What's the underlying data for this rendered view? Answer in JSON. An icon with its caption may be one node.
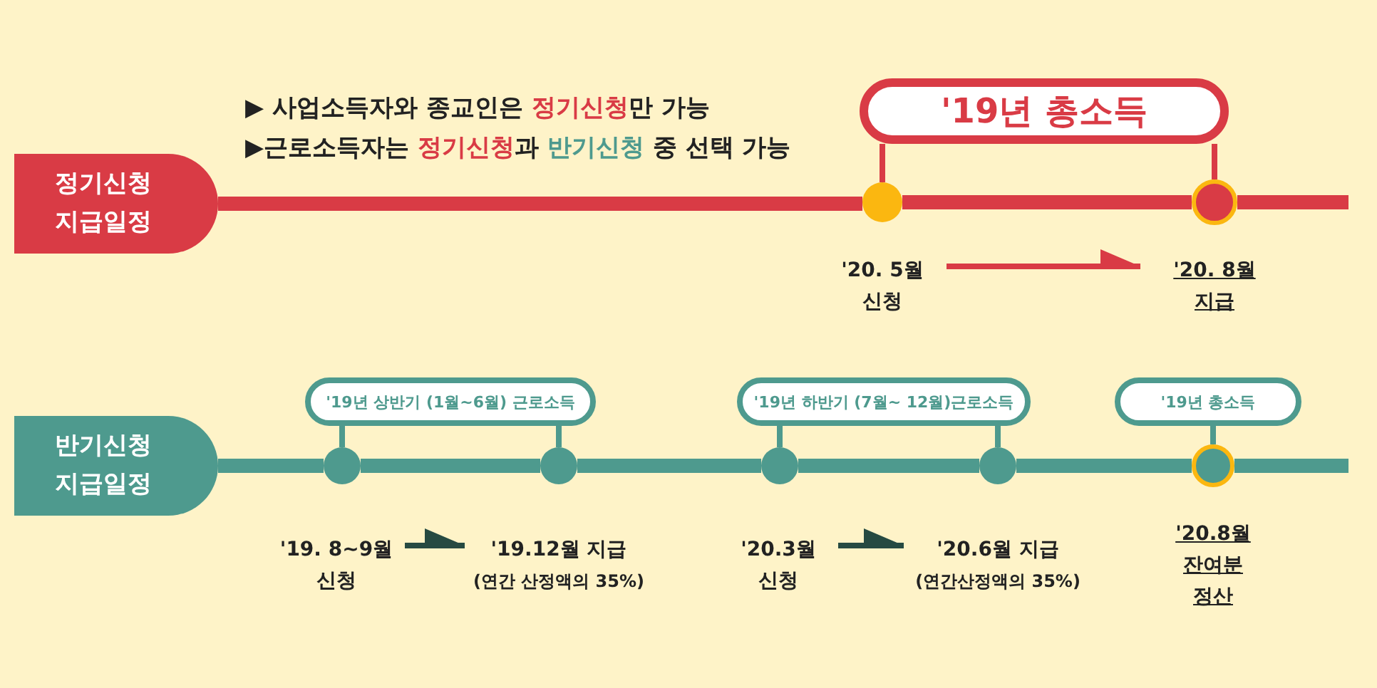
{
  "diagram": {
    "nodes": [
      {
        "text": [
          "정기신청 지급일정"
        ]
      },
      {
        "text": [
          "'19년 총소득"
        ]
      },
      {
        "text": [],
        "shape": "circle"
      },
      {
        "text": [],
        "shape": "circle"
      },
      {
        "text": [
          "'20. 5월 신청"
        ]
      },
      {
        "text": [
          "'20. 8월 지급"
        ]
      },
      {
        "text": [
          "반기신청 지급일정"
        ]
      },
      {
        "text": [
          "'19년 상반기 (1월~6월) 근로소득"
        ]
      },
      {
        "text": [],
        "shape": "circle"
      },
      {
        "text": [],
        "shape": "circle"
      },
      {
        "text": [
          "'19년 하반기 (7월~ 12월)근로소득"
        ]
      },
      {
        "text": [],
        "shape": "circle"
      },
      {
        "text": [],
        "shape": "circle"
      },
      {
        "text": [
          "'19년 총소득"
        ]
      },
      {
        "text": [],
        "shape": "circle"
      },
      {
        "text": [
          "'19. 8~9월 신청"
        ]
      },
      {
        "text": [
          "'19.12월 지급",
          "(연간 산정액의 35%)"
        ]
      },
      {
        "text": [
          "'20.3월 신청"
        ]
      },
      {
        "text": [
          "'20.6월 지급",
          "(연간산정액의 35%)"
        ]
      },
      {
        "text": [
          "'20.8월 잔여분 정산"
        ]
      }
    ],
    "edges": [
      {
        "from": 0,
        "to": 2,
        "arrow": "none",
        "style": "thick",
        "color": "#d93b45"
      },
      {
        "from": 2,
        "to": 3,
        "arrow": "none",
        "style": "thick",
        "color": "#d93b45"
      },
      {
        "from": 1,
        "to": 2,
        "arrow": "none",
        "color": "#d93b45"
      },
      {
        "from": 1,
        "to": 3,
        "arrow": "none",
        "color": "#d93b45"
      },
      {
        "from": 4,
        "to": 5,
        "arrow": "to",
        "color": "#d93b45"
      },
      {
        "from": 6,
        "to": 8,
        "arrow": "none",
        "style": "thick"
      },
      {
        "from": 8,
        "to": 9,
        "arrow": "none",
        "style": "thick"
      },
      {
        "from": 9,
        "to": 11,
        "arrow": "none",
        "style": "thick"
      },
      {
        "from": 11,
        "to": 12,
        "arrow": "none",
        "style": "thick"
      },
      {
        "from": 12,
        "to": 14,
        "arrow": "none",
        "style": "thick"
      },
      {
        "from": 7,
        "to": 8,
        "arrow": "none"
      },
      {
        "from": 7,
        "to": 9,
        "arrow": "none"
      },
      {
        "from": 10,
        "to": 11,
        "arrow": "none"
      },
      {
        "from": 10,
        "to": 12,
        "arrow": "none"
      },
      {
        "from": 13,
        "to": 14,
        "arrow": "none"
      },
      {
        "from": 15,
        "to": 16,
        "arrow": "to",
        "color": "#264a42"
      },
      {
        "from": 17,
        "to": 18,
        "arrow": "to",
        "color": "#264a42"
      }
    ],
    "labels": [
      "▶ 사업소득자와 종교인은 **정기신청**만 가능",
      "▶근로소득자는 **정기신청**과 **반기신청** 중 선택 가능"
    ]
  }
}
